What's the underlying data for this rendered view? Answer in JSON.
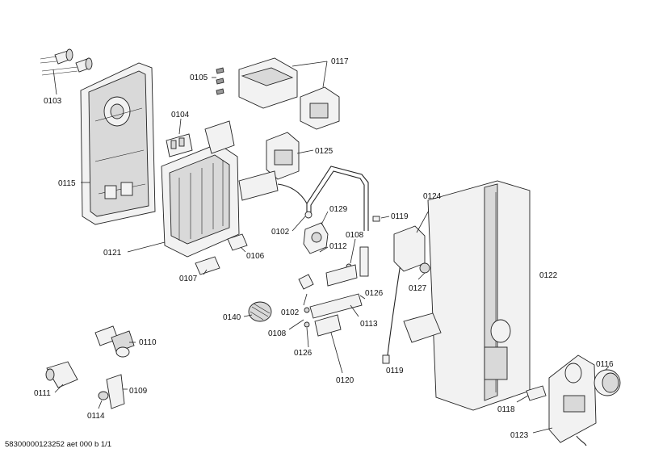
{
  "labels": {
    "p0103": "0103",
    "p0105": "0105",
    "p0117": "0117",
    "p0104": "0104",
    "p0125": "0125",
    "p0115": "0115",
    "p0124": "0124",
    "p0129": "0129",
    "p0119a": "0119",
    "p0102a": "0102",
    "p0108a": "0108",
    "p0112": "0112",
    "p0121": "0121",
    "p0106": "0106",
    "p0107": "0107",
    "p0127": "0127",
    "p0122": "0122",
    "p0126a": "0126",
    "p0140": "0140",
    "p0102b": "0102",
    "p0108b": "0108",
    "p0113": "0113",
    "p0110": "0110",
    "p0126b": "0126",
    "p0119b": "0119",
    "p0111": "0111",
    "p0109": "0109",
    "p0120": "0120",
    "p0116": "0116",
    "p0114": "0114",
    "p0118": "0118",
    "p0123": "0123"
  },
  "footer": "58300000123252 aet 000 b 1/1"
}
